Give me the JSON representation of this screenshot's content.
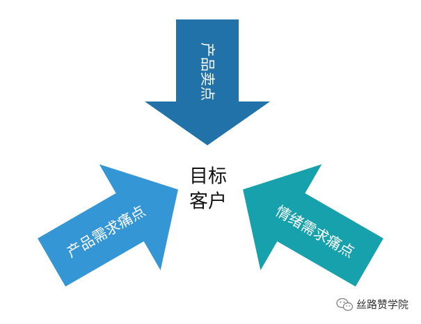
{
  "diagram": {
    "center_lines": [
      "目标",
      "客户"
    ],
    "arrows": {
      "top": {
        "label": "产品卖点",
        "color": "#2172a9"
      },
      "left": {
        "label": "产品需求痛点",
        "color": "#3596d6"
      },
      "right": {
        "label": "情绪需求痛点",
        "color": "#17a1ac"
      }
    }
  },
  "watermark": {
    "text": "丝路赞学院",
    "icon": "wechat-icon"
  }
}
